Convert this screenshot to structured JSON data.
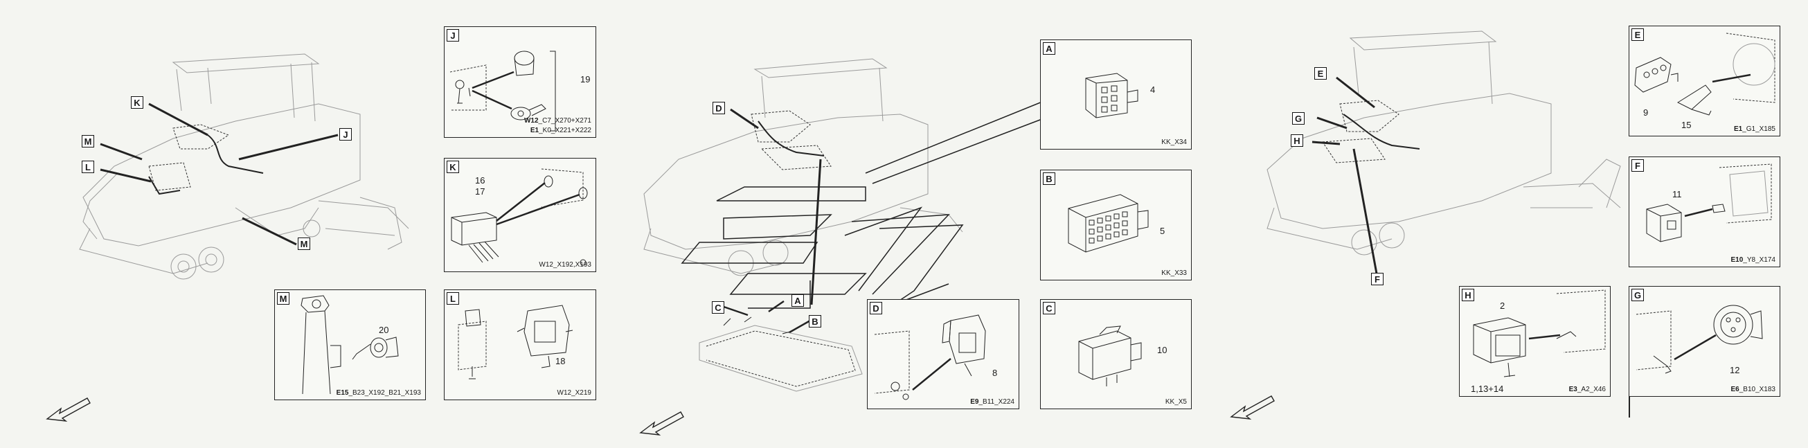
{
  "panel1": {
    "callouts": {
      "K": "K",
      "M_top": "M",
      "L": "L",
      "J": "J",
      "M_bottom": "M"
    },
    "box_J": {
      "tag": "J",
      "part": "19",
      "cap_bold": "W12",
      "cap_rest": "_C7_X270+X271",
      "cap2_bold": "E1",
      "cap2_rest": "_K0_X221+X222"
    },
    "box_K": {
      "tag": "K",
      "part_a": "16",
      "part_b": "17",
      "cap": "W12_X192,X193"
    },
    "box_M": {
      "tag": "M",
      "part": "20",
      "cap_bold": "E15",
      "cap_rest": "_B23_X192_B21_X193"
    },
    "box_L": {
      "tag": "L",
      "part": "18",
      "cap": "W12_X219"
    }
  },
  "panel2": {
    "callouts": {
      "D": "D",
      "A": "A",
      "B": "B",
      "C": "C"
    },
    "box_A": {
      "tag": "A",
      "part": "4",
      "cap": "KK_X34"
    },
    "box_B": {
      "tag": "B",
      "part": "5",
      "cap": "KK_X33"
    },
    "box_C": {
      "tag": "C",
      "part": "10",
      "cap": "KK_X5"
    },
    "box_D": {
      "tag": "D",
      "part": "8",
      "cap_bold": "E9",
      "cap_rest": "_B11_X224"
    }
  },
  "panel3": {
    "callouts": {
      "E": "E",
      "G": "G",
      "H": "H",
      "F": "F"
    },
    "box_E": {
      "tag": "E",
      "part_a": "9",
      "part_b": "15",
      "cap_bold": "E1",
      "cap_rest": "_G1_X185"
    },
    "box_F": {
      "tag": "F",
      "part": "11",
      "cap_bold": "E10",
      "cap_rest": "_Y8_X174"
    },
    "box_H": {
      "tag": "H",
      "part_a": "2",
      "part_b": "1,13+14",
      "cap_bold": "E3",
      "cap_rest": "_A2_X46"
    },
    "box_G": {
      "tag": "G",
      "part": "12",
      "cap_bold": "E6",
      "cap_rest": "_B10_X183"
    }
  },
  "icons": [
    "paver-machine-drawing",
    "direction-arrow-icon",
    "connector-drawing"
  ]
}
